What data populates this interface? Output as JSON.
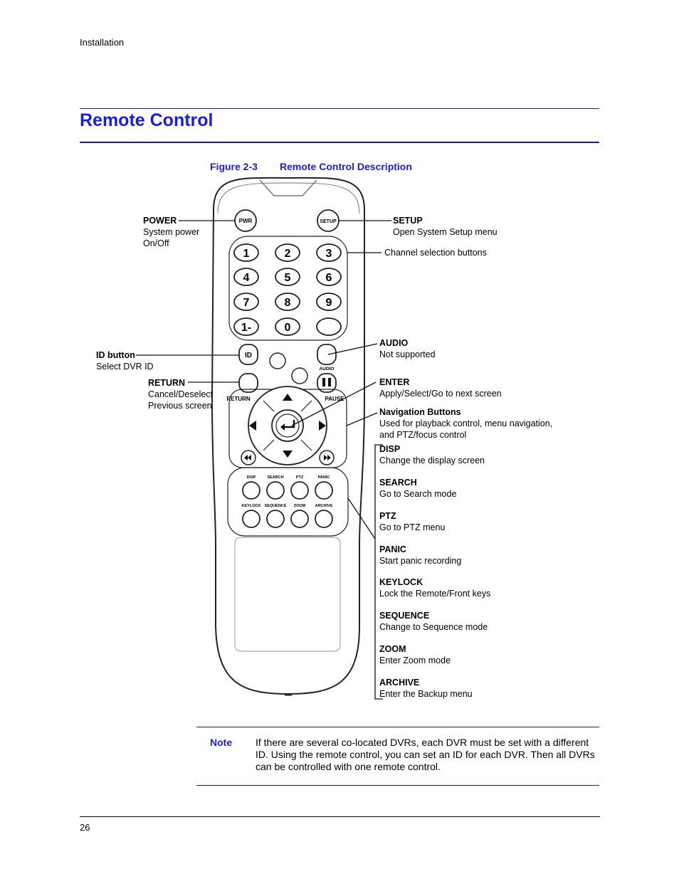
{
  "header": {
    "section": "Installation"
  },
  "title": "Remote Control",
  "figure": {
    "number": "Figure 2-3",
    "caption": "Remote Control Description"
  },
  "remote": {
    "buttons": {
      "pwr": "PWR",
      "setup": "SETUP",
      "id": "ID",
      "audio": "AUDIO",
      "return": "RETURN",
      "pause": "PAUSE",
      "digits": [
        "1",
        "2",
        "3",
        "4",
        "5",
        "6",
        "7",
        "8",
        "9",
        "1-",
        "0",
        ""
      ],
      "func_row1": [
        "DISP",
        "SEARCH",
        "PTZ",
        "PANIC"
      ],
      "func_row2": [
        "KEYLOCK",
        "SEQUENCE",
        "ZOOM",
        "ARCHIVE"
      ]
    }
  },
  "callouts": {
    "power": {
      "title": "POWER",
      "lines": [
        "System power",
        "On/Off"
      ]
    },
    "setup": {
      "title": "SETUP",
      "lines": [
        "Open System Setup menu"
      ]
    },
    "channel": {
      "lines": [
        "Channel selection buttons"
      ]
    },
    "id": {
      "title": "ID button",
      "lines": [
        "Select DVR ID"
      ]
    },
    "return": {
      "title": "RETURN",
      "lines": [
        "Cancel/Deselect",
        "Previous screen"
      ]
    },
    "audio": {
      "title": "AUDIO",
      "lines": [
        "Not supported"
      ]
    },
    "enter": {
      "title": "ENTER",
      "lines": [
        "Apply/Select/Go to next screen"
      ]
    },
    "nav": {
      "title": "Navigation Buttons",
      "lines": [
        "Used for playback control, menu navigation,",
        "and PTZ/focus control"
      ]
    },
    "disp": {
      "title": "DISP",
      "lines": [
        "Change the display screen"
      ]
    },
    "search": {
      "title": "SEARCH",
      "lines": [
        "Go to Search mode"
      ]
    },
    "ptz": {
      "title": "PTZ",
      "lines": [
        "Go to PTZ menu"
      ]
    },
    "panic": {
      "title": "PANIC",
      "lines": [
        "Start panic recording"
      ]
    },
    "keylock": {
      "title": "KEYLOCK",
      "lines": [
        "Lock the Remote/Front keys"
      ]
    },
    "sequence": {
      "title": "SEQUENCE",
      "lines": [
        "Change to Sequence mode"
      ]
    },
    "zoom": {
      "title": "ZOOM",
      "lines": [
        "Enter Zoom mode"
      ]
    },
    "archive": {
      "title": "ARCHIVE",
      "lines": [
        "Enter the Backup menu"
      ]
    }
  },
  "note": {
    "label": "Note",
    "text": "If there are several co-located DVRs, each DVR must be set with a different ID. Using the remote control, you can set an ID for each DVR. Then all DVRs can be controlled with one remote control."
  },
  "footer": {
    "page": "26"
  },
  "colors": {
    "accent": "#1a1aee",
    "rule": "#1a1aa8"
  }
}
